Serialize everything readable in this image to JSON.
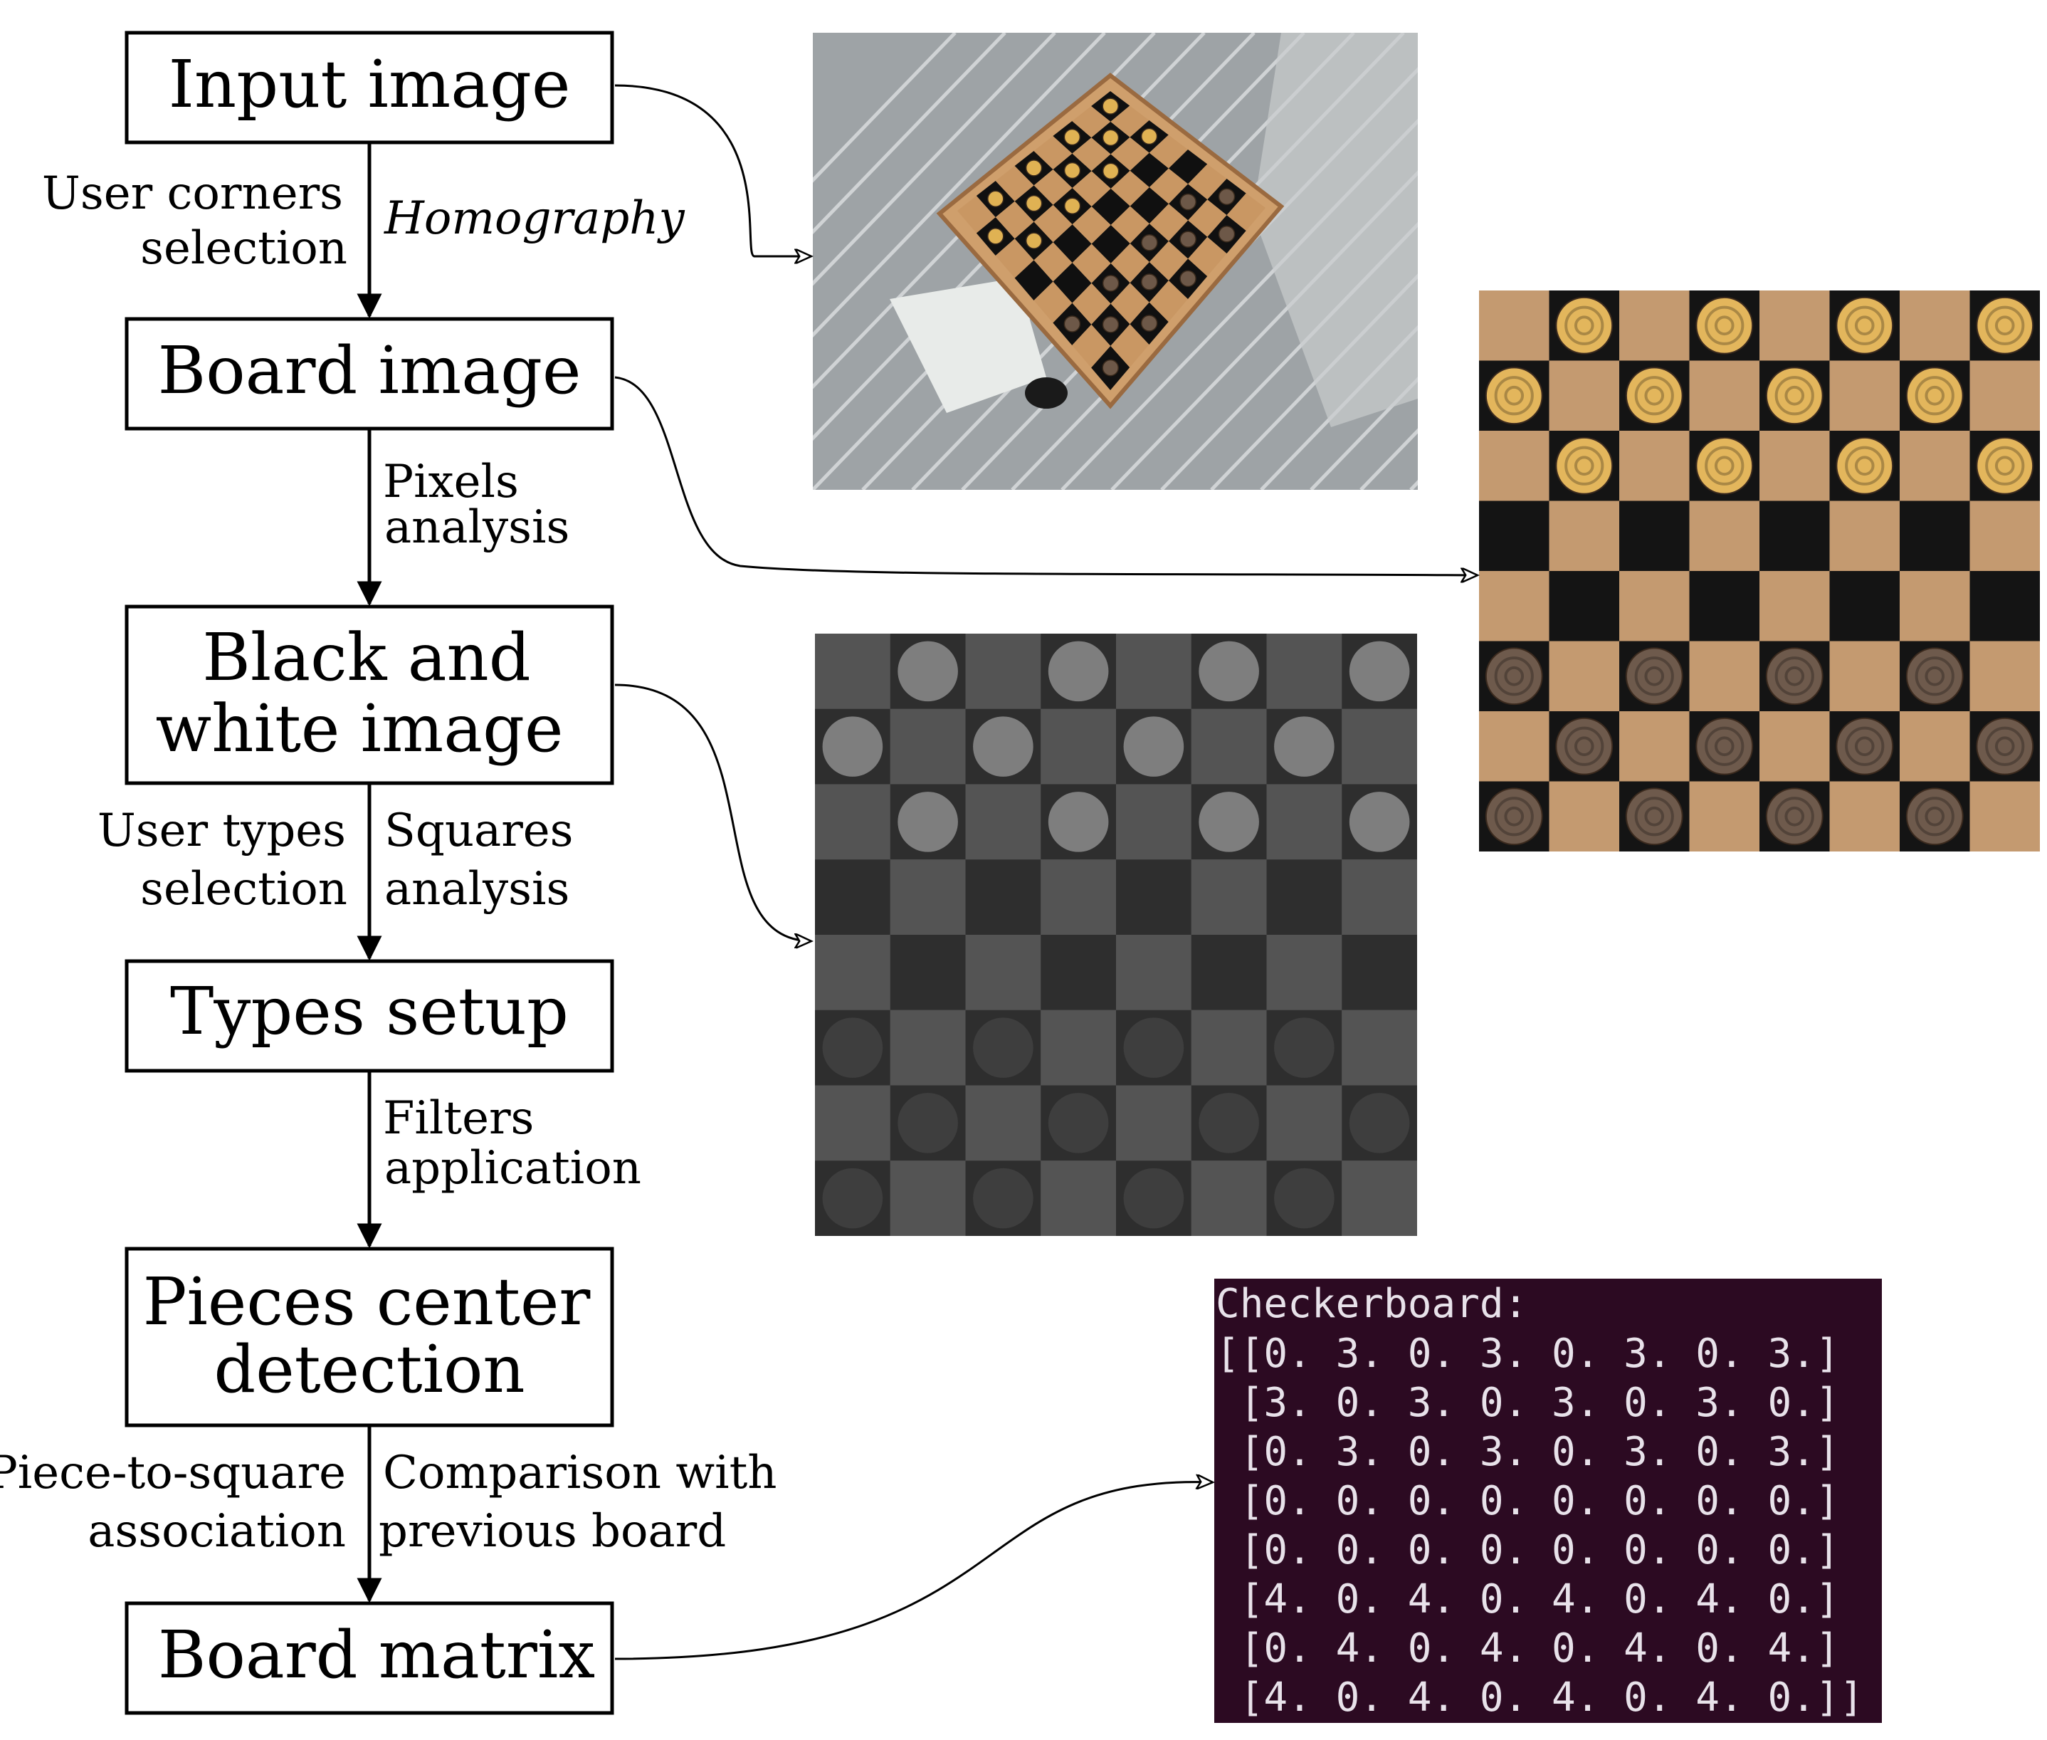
{
  "flow_boxes": [
    {
      "id": "input",
      "lines": [
        "Input image"
      ]
    },
    {
      "id": "board",
      "lines": [
        "Board image"
      ]
    },
    {
      "id": "bw",
      "lines": [
        "Black and",
        "white image"
      ]
    },
    {
      "id": "types",
      "lines": [
        "Types setup"
      ]
    },
    {
      "id": "pieces",
      "lines": [
        "Pieces center",
        "detection"
      ]
    },
    {
      "id": "matrix",
      "lines": [
        "Board matrix"
      ]
    }
  ],
  "edge_labels": {
    "e1_left": [
      "User corners",
      "selection"
    ],
    "e1_right": [
      "Homography"
    ],
    "e2_right": [
      "Pixels",
      "analysis"
    ],
    "e3_left": [
      "User types",
      "selection"
    ],
    "e3_right": [
      "Squares",
      "analysis"
    ],
    "e4_right": [
      "Filters",
      "application"
    ],
    "e5_left": [
      "Piece-to-square",
      "association"
    ],
    "e5_right": [
      "Comparison with",
      "previous board"
    ]
  },
  "terminal": {
    "header": "Checkerboard:",
    "rows": [
      "[[0. 3. 0. 3. 0. 3. 0. 3.]",
      " [3. 0. 3. 0. 3. 0. 3. 0.]",
      " [0. 3. 0. 3. 0. 3. 0. 3.]",
      " [0. 0. 0. 0. 0. 0. 0. 0.]",
      " [0. 0. 0. 0. 0. 0. 0. 0.]",
      " [4. 0. 4. 0. 4. 0. 4. 0.]",
      " [0. 4. 0. 4. 0. 4. 0. 4.]",
      " [4. 0. 4. 0. 4. 0. 4. 0.]]"
    ],
    "background": "#2c0a22"
  },
  "board_layout": [
    "0 3 0 3 0 3 0 3",
    "3 0 3 0 3 0 3 0",
    "0 3 0 3 0 3 0 3",
    "0 0 0 0 0 0 0 0",
    "0 0 0 0 0 0 0 0",
    "4 0 4 0 4 0 4 0",
    "0 4 0 4 0 4 0 4",
    "4 0 4 0 4 0 4 0"
  ],
  "colors": {
    "light_square": "#c49a70",
    "dark_square": "#141414",
    "light_piece": "#e3b65c",
    "dark_piece": "#6e5a4c",
    "bw_light_square": "#545454",
    "bw_dark_square": "#2e2e2e",
    "bw_light_piece": "#7e7e7e",
    "bw_dark_piece": "#3e3e3e",
    "photo_bg": "#a3a7aa",
    "photo_frame": "#cf9f6c"
  }
}
